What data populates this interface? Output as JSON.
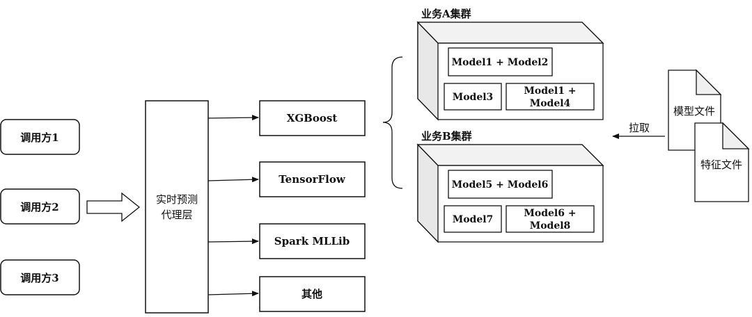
{
  "callers": [
    "调用方1",
    "调用方2",
    "调用方3"
  ],
  "proxy_layer": {
    "line1": "实时预测",
    "line2": "代理层"
  },
  "engines": [
    "XGBoost",
    "TensorFlow",
    "Spark MLLib",
    "其他"
  ],
  "clusters": [
    {
      "title": "业务A集群",
      "models": {
        "top": "Model1 + Model2",
        "left": "Model3",
        "right_line1": "Model1 +",
        "right_line2": "Model4"
      }
    },
    {
      "title": "业务B集群",
      "models": {
        "top": "Model5 + Model6",
        "left": "Model7",
        "right_line1": "Model6 +",
        "right_line2": "Model8"
      }
    }
  ],
  "pull_label": "拉取",
  "files": {
    "model_file": "模型文件",
    "feature_file": "特征文件"
  }
}
